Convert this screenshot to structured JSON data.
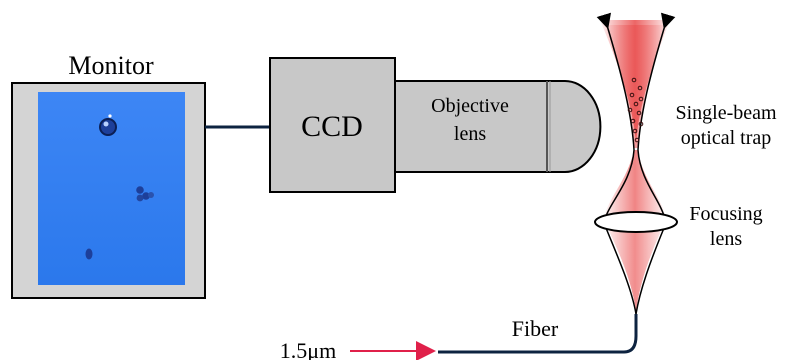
{
  "labels": {
    "monitor": "Monitor",
    "ccd": "CCD",
    "objective_line1": "Objective",
    "objective_line2": "lens",
    "trap_line1": "Single-beam",
    "trap_line2": "optical trap",
    "focusing_line1": "Focusing",
    "focusing_line2": "lens",
    "fiber": "Fiber",
    "wavelength": "1.5μm"
  },
  "colors": {
    "screen_blue": "#2f7df0",
    "box_gray": "#c8c8c8",
    "cable": "#0d2340",
    "beam_red": "#e94b4b",
    "input_arrow": "#e0204a"
  }
}
